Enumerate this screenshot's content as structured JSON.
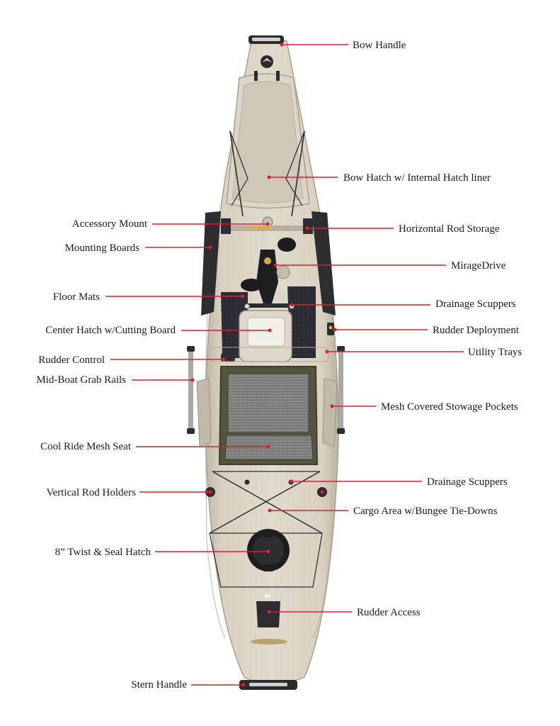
{
  "labels": {
    "bow_handle": "Bow Handle",
    "bow_hatch": "Bow Hatch w/ Internal Hatch liner",
    "accessory_mount": "Accessory Mount",
    "horizontal_rod_storage": "Horizontal Rod Storage",
    "mounting_boards": "Mounting Boards",
    "mirage_drive": "MirageDrive",
    "floor_mats": "Floor Mats",
    "drainage_scuppers_front": "Drainage Scuppers",
    "center_hatch": "Center Hatch w/Cutting Board",
    "rudder_deployment": "Rudder Deployment",
    "rudder_control": "Rudder Control",
    "utility_trays": "Utility Trays",
    "mid_boat_grab_rails": "Mid-Boat Grab Rails",
    "mesh_stowage_pockets": "Mesh Covered Stowage Pockets",
    "cool_ride_seat": "Cool Ride Mesh Seat",
    "drainage_scuppers_rear": "Drainage Scuppers",
    "vertical_rod_holders": "Vertical Rod Holders",
    "cargo_area": "Cargo Area w/Bungee Tie-Downs",
    "twist_seal_hatch": "8” Twist & Seal Hatch",
    "rudder_access": "Rudder Access",
    "stern_handle": "Stern Handle"
  },
  "colors": {
    "leader_line": "#d8202f",
    "hull": "#d6cfc0",
    "hull_edge": "#a89f8c",
    "deck_dark": "#2a2a2e",
    "seat_frame": "#55553f",
    "mesh": "#8c8c8c"
  }
}
